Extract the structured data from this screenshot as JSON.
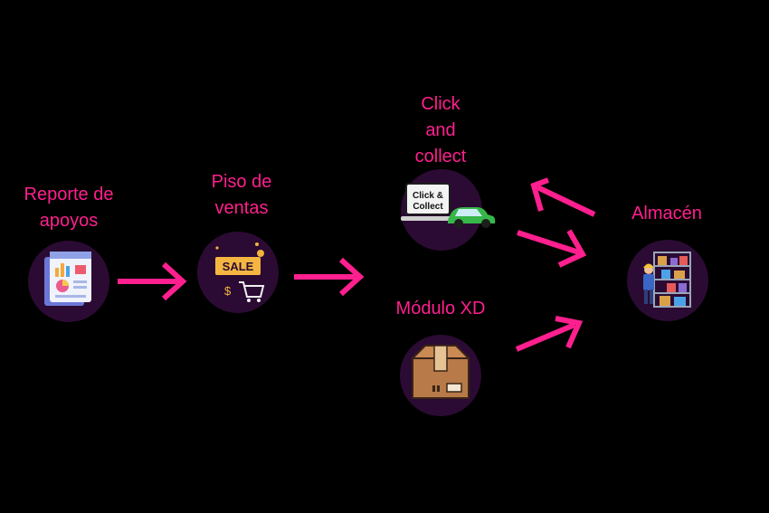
{
  "nodes": {
    "reporte": {
      "label": "Reporte de apoyos",
      "icon": "report-document-icon"
    },
    "piso": {
      "label": "Piso de ventas",
      "icon": "sale-cart-icon"
    },
    "click": {
      "label": "Click and collect",
      "icon": "laptop-car-icon",
      "screen_text_1": "Click &",
      "screen_text_2": "Collect"
    },
    "modulo": {
      "label": "Módulo XD",
      "icon": "cardboard-box-icon"
    },
    "almacen": {
      "label": "Almacén",
      "icon": "warehouse-worker-icon"
    }
  },
  "sale_badge": "SALE",
  "colors": {
    "accent": "#ff1f8e",
    "node_bg": "#2b0b33",
    "background": "#000000"
  }
}
